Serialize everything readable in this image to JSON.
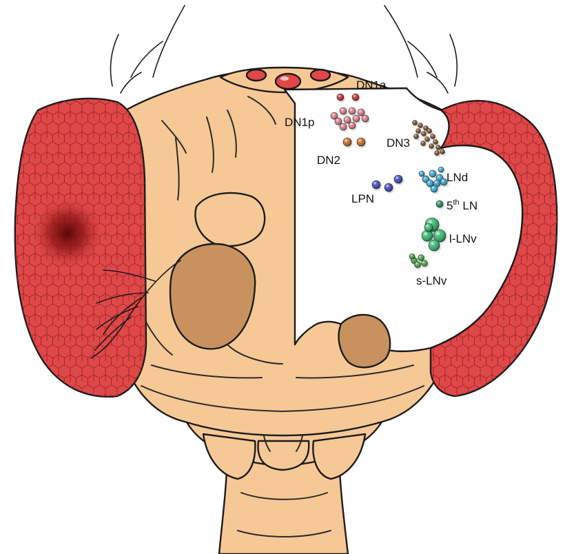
{
  "colors": {
    "cuticle": "#f5c896",
    "cuticle_shadow": "#e8b37f",
    "eye": "#df4848",
    "eye_grid": "#a52626",
    "antenna_dark": "#c8925e",
    "ocellus": "#e04848",
    "brain_bg": "#ffffff",
    "outline": "#1b1b1b"
  },
  "neuron_groups": [
    {
      "id": "dn1a",
      "label": "DN1a",
      "color": "#c0282a",
      "icon": "sphere"
    },
    {
      "id": "dn1p",
      "label": "DN1p",
      "color": "#e07a86",
      "icon": "sphere"
    },
    {
      "id": "dn2",
      "label": "DN2",
      "color": "#c2651a",
      "icon": "sphere"
    },
    {
      "id": "dn3",
      "label": "DN3",
      "color": "#7a4515",
      "icon": "sphere"
    },
    {
      "id": "lnd",
      "label": "LNd",
      "color": "#2ea5d2",
      "icon": "sphere"
    },
    {
      "id": "lpn",
      "label": "LPN",
      "color": "#3a3db8",
      "icon": "sphere"
    },
    {
      "id": "fifth_ln",
      "label": "5",
      "label_sup": "th",
      "label_suffix": " LN",
      "color": "#1f8a55",
      "icon": "sphere"
    },
    {
      "id": "l_lnv",
      "label": "l-LNv",
      "color": "#2bb46a",
      "icon": "sphere"
    },
    {
      "id": "s_lnv",
      "label": "s-LNv",
      "color": "#3fa338",
      "icon": "sphere"
    }
  ]
}
